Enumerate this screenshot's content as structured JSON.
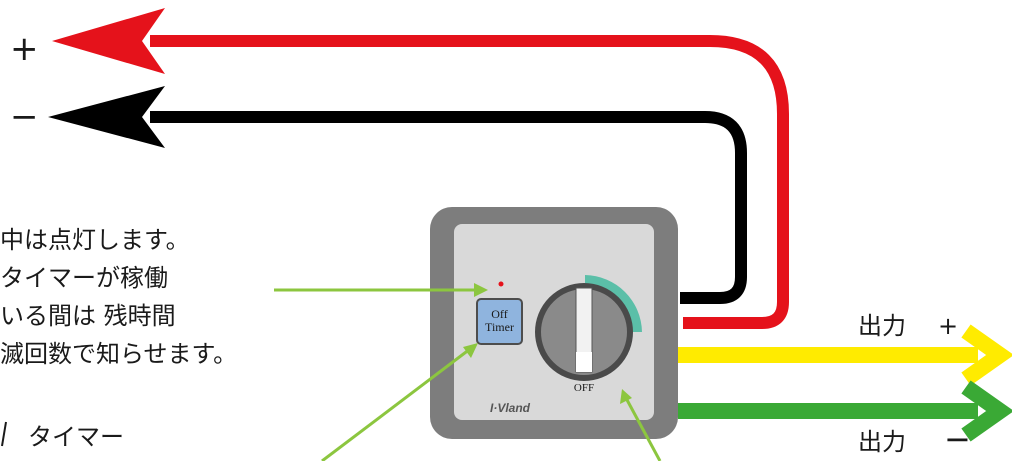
{
  "input_plus": {
    "sign": "+",
    "color": "#e5121b"
  },
  "input_minus": {
    "sign": "−",
    "color": "#000000"
  },
  "output_plus": {
    "label": "出力",
    "sign": "+",
    "color": "#ffeb00"
  },
  "output_minus": {
    "label": "出力",
    "sign": "−",
    "color": "#3aa935"
  },
  "led_description": {
    "lines": [
      "中は点灯します。",
      "タイマーが稼働",
      "いる間は 残時間",
      "滅回数で知らせます。"
    ]
  },
  "timer_label": {
    "line1": "タイマー"
  },
  "device": {
    "off_timer_button": {
      "line1": "Off",
      "line2": "Timer"
    },
    "dial_off_label": "OFF",
    "brand": "I·Vland",
    "body_color": "#7d7d7d",
    "panel_color": "#d9d9d9",
    "button_color": "#8fb4de",
    "arc_color": "#5bbfa8",
    "led_color": "#e5121b"
  },
  "leader_line_color": "#8cc63f"
}
